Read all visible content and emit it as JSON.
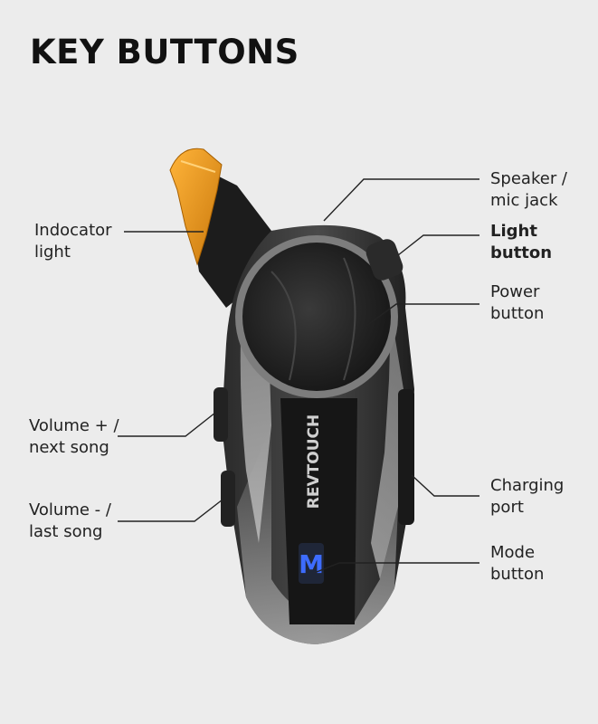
{
  "title": "KEY BUTTONS",
  "logo_text": "REVTOUCH",
  "mode_key": "M",
  "colors": {
    "background": "#ececec",
    "indicator": "#f5a11c",
    "mode_glow": "#3d6cff"
  },
  "labels": {
    "indicator": [
      "Indocator",
      "light"
    ],
    "speaker": [
      "Speaker /",
      "mic jack"
    ],
    "light_button": [
      "Light",
      "button"
    ],
    "power": [
      "Power",
      "button"
    ],
    "volume_up": [
      "Volume + /",
      "next song"
    ],
    "charging": [
      "Charging",
      "port"
    ],
    "volume_down": [
      "Volume - /",
      "last song"
    ],
    "mode": [
      "Mode",
      "button"
    ]
  }
}
